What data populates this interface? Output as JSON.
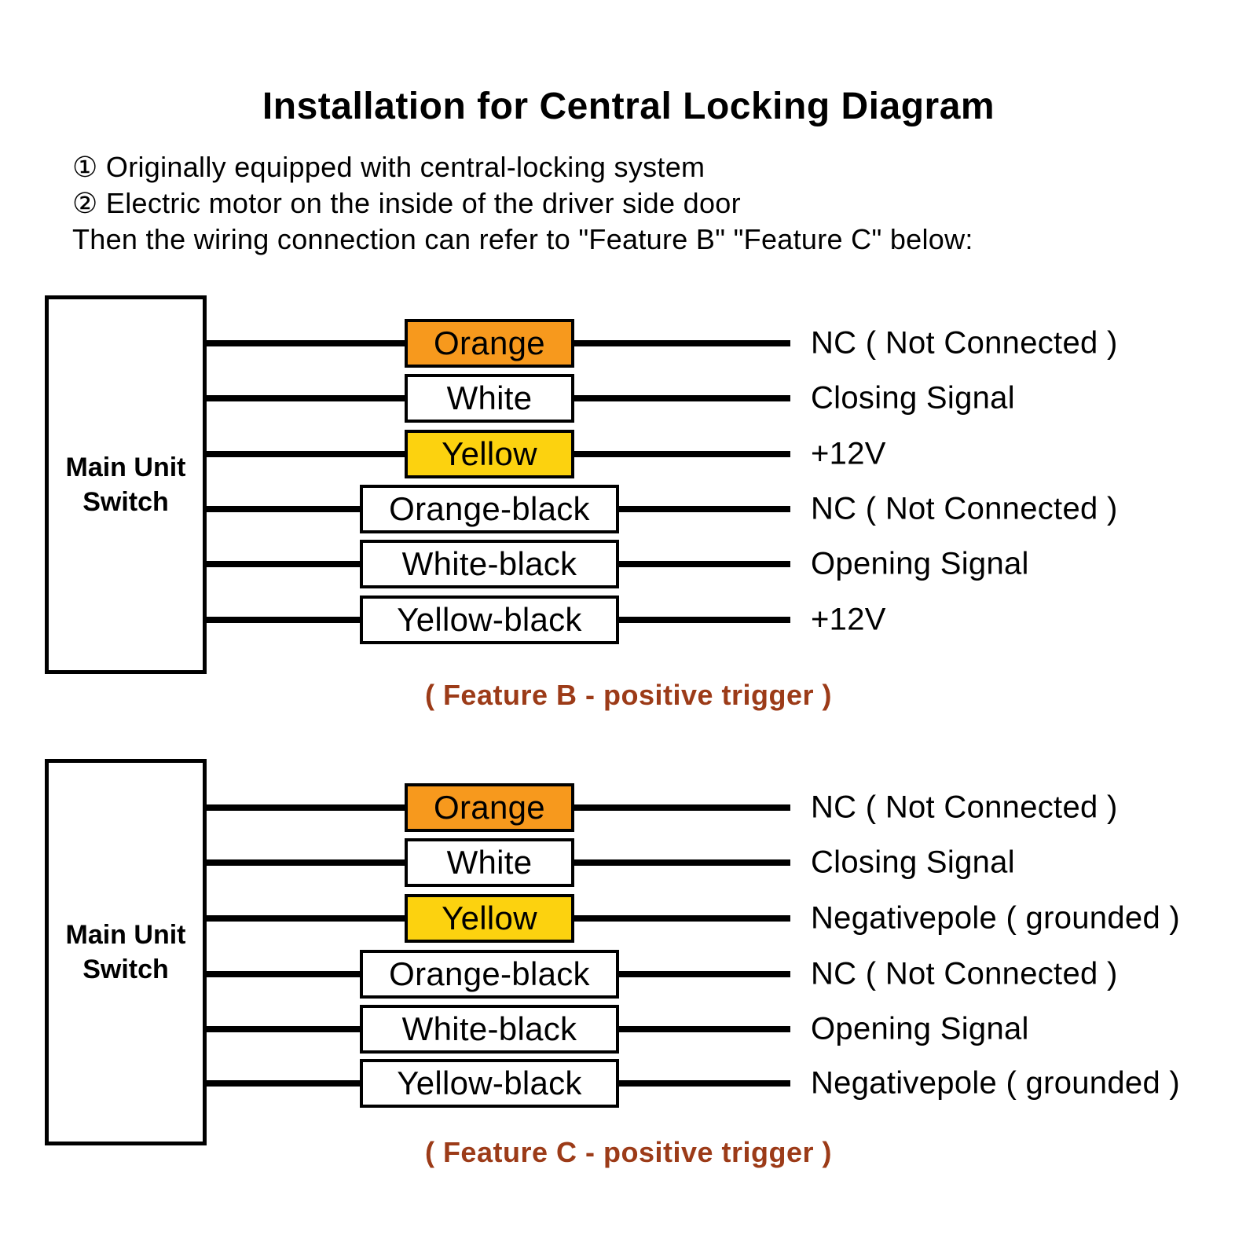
{
  "title": "Installation for Central Locking Diagram",
  "notes": {
    "line1_bullet": "①",
    "line1_text": "Originally equipped with central-locking system",
    "line2_bullet": "②",
    "line2_text": "Electric motor on the inside of the driver side door",
    "line3_text": "Then the wiring connection can refer to \"Feature B\" \"Feature C\" below:"
  },
  "colors": {
    "page_background": "#FFFFFF",
    "wire_black": "#000000",
    "orange_box": "#F7991D",
    "yellow_box": "#FCD20F",
    "white_box": "#FFFFFF",
    "caption_text": "#9C3B18"
  },
  "diagrams": [
    {
      "source_label": "Main Unit Switch",
      "caption": "( Feature B - positive trigger )",
      "wires": [
        {
          "label": "Orange",
          "signal": "NC ( Not Connected )"
        },
        {
          "label": "White",
          "signal": "Closing Signal"
        },
        {
          "label": "Yellow",
          "signal": "+12V"
        },
        {
          "label": "Orange-black",
          "signal": "NC ( Not Connected )"
        },
        {
          "label": "White-black",
          "signal": "Opening Signal"
        },
        {
          "label": "Yellow-black",
          "signal": "+12V"
        }
      ]
    },
    {
      "source_label": "Main Unit Switch",
      "caption": "( Feature C - positive trigger )",
      "wires": [
        {
          "label": "Orange",
          "signal": "NC ( Not Connected )"
        },
        {
          "label": "White",
          "signal": "Closing Signal"
        },
        {
          "label": "Yellow",
          "signal": "Negativepole ( grounded )"
        },
        {
          "label": "Orange-black",
          "signal": "NC ( Not Connected )"
        },
        {
          "label": "White-black",
          "signal": "Opening Signal"
        },
        {
          "label": "Yellow-black",
          "signal": "Negativepole ( grounded )"
        }
      ]
    }
  ]
}
